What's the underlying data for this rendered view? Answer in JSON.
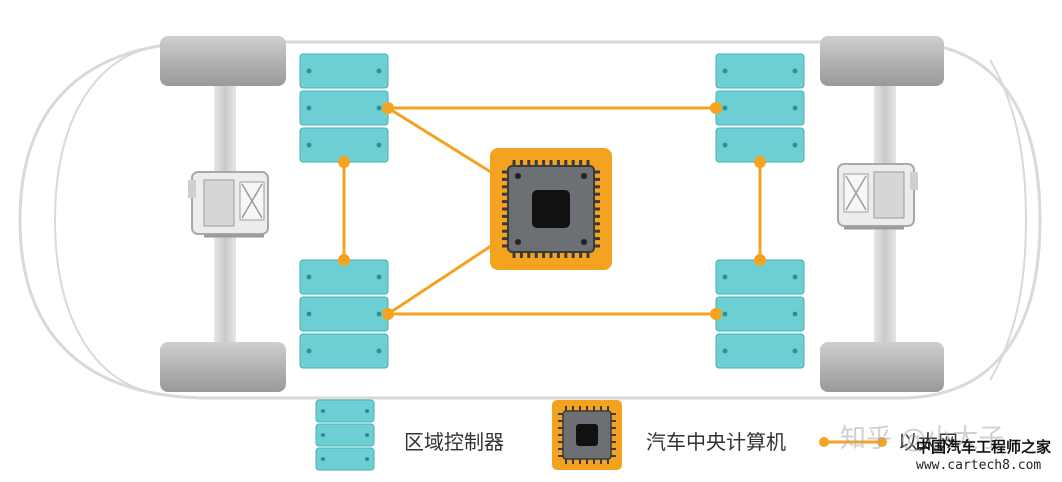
{
  "legend": {
    "zone_controller": "区域控制器",
    "central_computer": "汽车中央计算机",
    "ethernet": "以太网"
  },
  "watermark": {
    "zhihu": "知乎 @小太子",
    "site_name": "中国汽车工程师之家",
    "site_url": "www.cartech8.com"
  },
  "colors": {
    "zone_controller": "#6dcfd3",
    "zone_controller_border": "#3fb3b8",
    "ethernet_line": "#f4a321",
    "cpu_frame": "#f4a321",
    "cpu_core": "#6c6f74",
    "car_outline": "#d9d9d9",
    "wheel": "#bdbdbd"
  },
  "icons": [
    "engine-icon",
    "wheel-icon",
    "cpu-chip-icon",
    "ethernet-node-icon"
  ]
}
